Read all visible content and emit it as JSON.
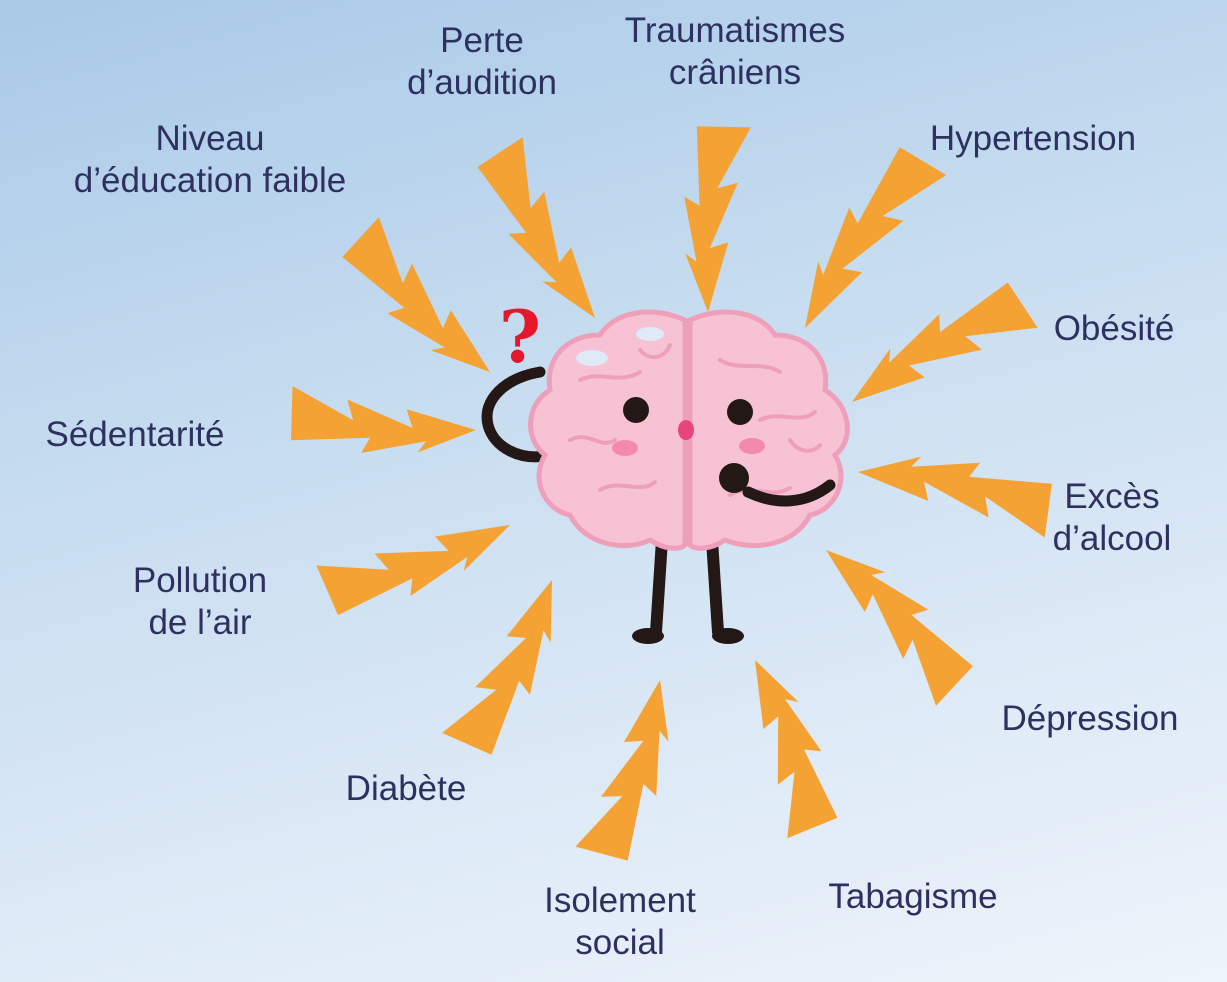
{
  "accent_color": "#f4a233",
  "text_color": "#2e3160",
  "brain_color": "#f7c3d4",
  "question_mark": "?",
  "factors": [
    {
      "id": "perte-audition",
      "lines": [
        "Perte",
        "d’audition"
      ]
    },
    {
      "id": "traumatismes-craniens",
      "lines": [
        "Traumatismes",
        "crâniens"
      ]
    },
    {
      "id": "hypertension",
      "lines": [
        "Hypertension"
      ]
    },
    {
      "id": "niveau-education",
      "lines": [
        "Niveau",
        "d’éducation faible"
      ]
    },
    {
      "id": "obesite",
      "lines": [
        "Obésité"
      ]
    },
    {
      "id": "sedentarite",
      "lines": [
        "Sédentarité"
      ]
    },
    {
      "id": "exces-alcool",
      "lines": [
        "Excès",
        "d’alcool"
      ]
    },
    {
      "id": "pollution-air",
      "lines": [
        "Pollution",
        "de l’air"
      ]
    },
    {
      "id": "depression",
      "lines": [
        "Dépression"
      ]
    },
    {
      "id": "diabete",
      "lines": [
        "Diabète"
      ]
    },
    {
      "id": "isolement-social",
      "lines": [
        "Isolement",
        "social"
      ]
    },
    {
      "id": "tabagisme",
      "lines": [
        "Tabagisme"
      ]
    }
  ]
}
